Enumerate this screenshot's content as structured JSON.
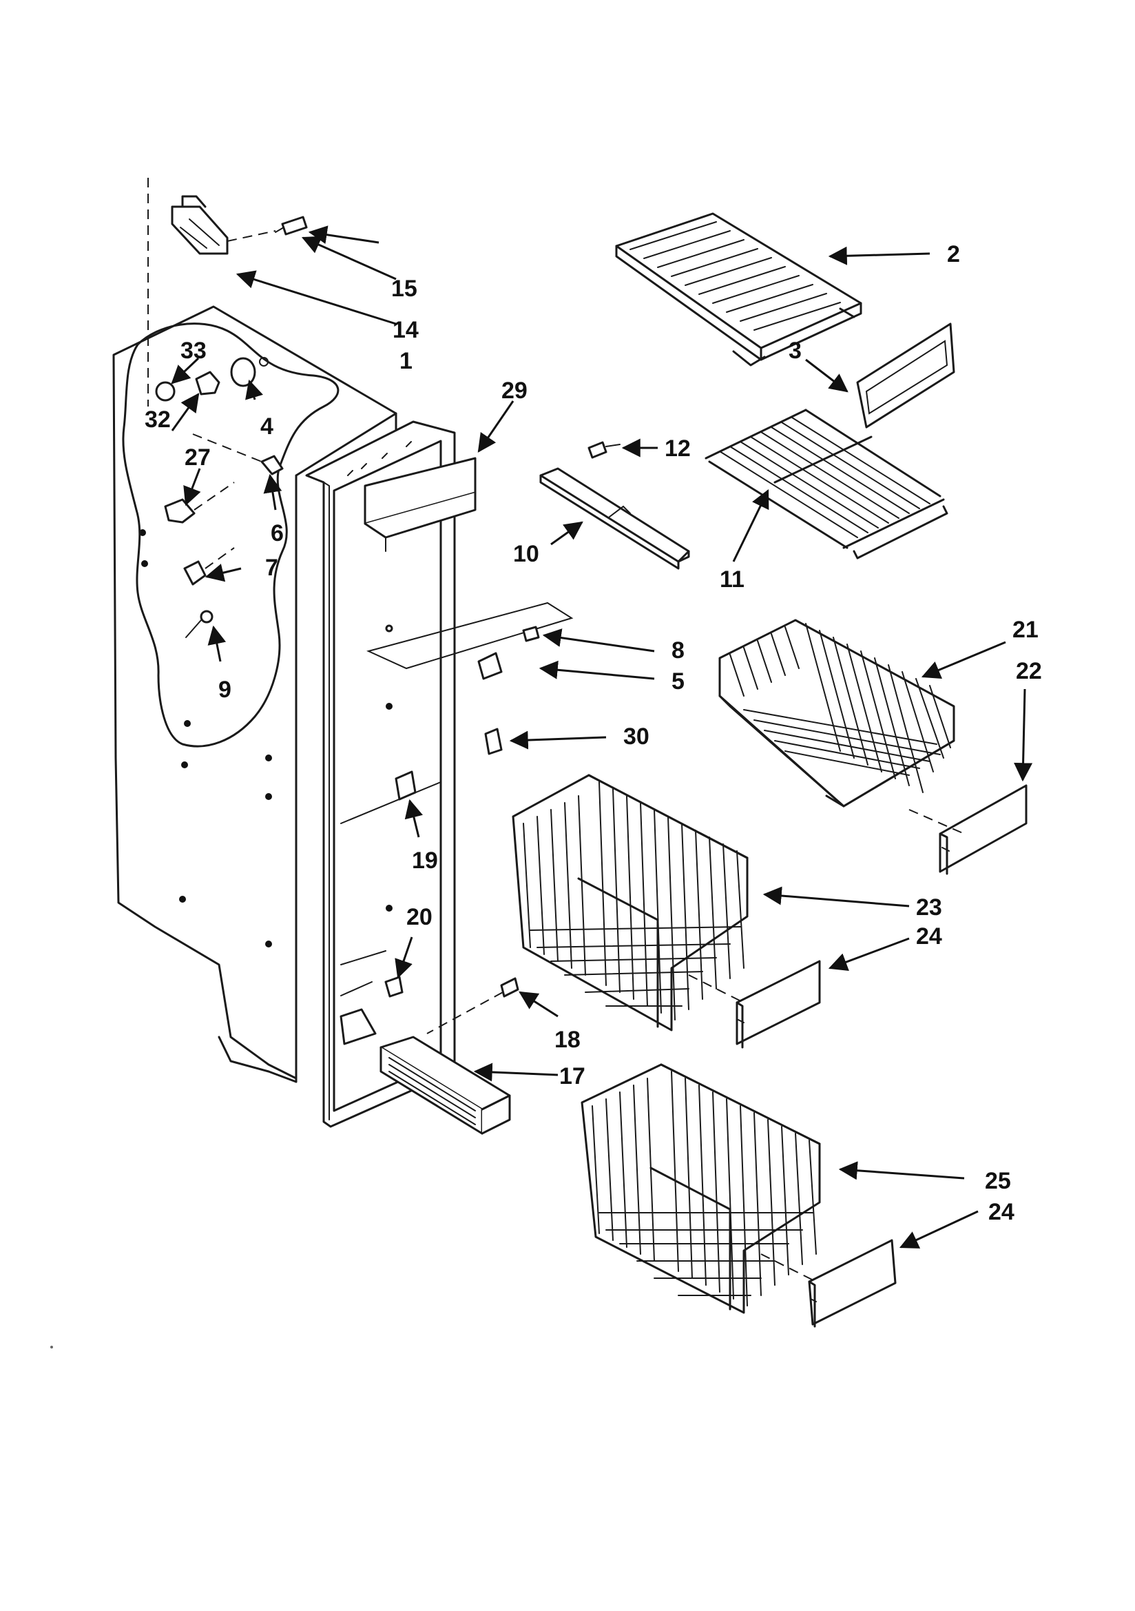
{
  "diagram": {
    "callouts": {
      "c1": "1",
      "c2": "2",
      "c3": "3",
      "c4": "4",
      "c5": "5",
      "c6": "6",
      "c7": "7",
      "c8": "8",
      "c9": "9",
      "c10": "10",
      "c11": "11",
      "c12": "12",
      "c14": "14",
      "c15": "15",
      "c17": "17",
      "c18": "18",
      "c19": "19",
      "c20": "20",
      "c21": "21",
      "c22": "22",
      "c23": "23",
      "c24a": "24",
      "c24b": "24",
      "c25": "25",
      "c27": "27",
      "c29": "29",
      "c30": "30",
      "c32": "32",
      "c33": "33"
    }
  }
}
